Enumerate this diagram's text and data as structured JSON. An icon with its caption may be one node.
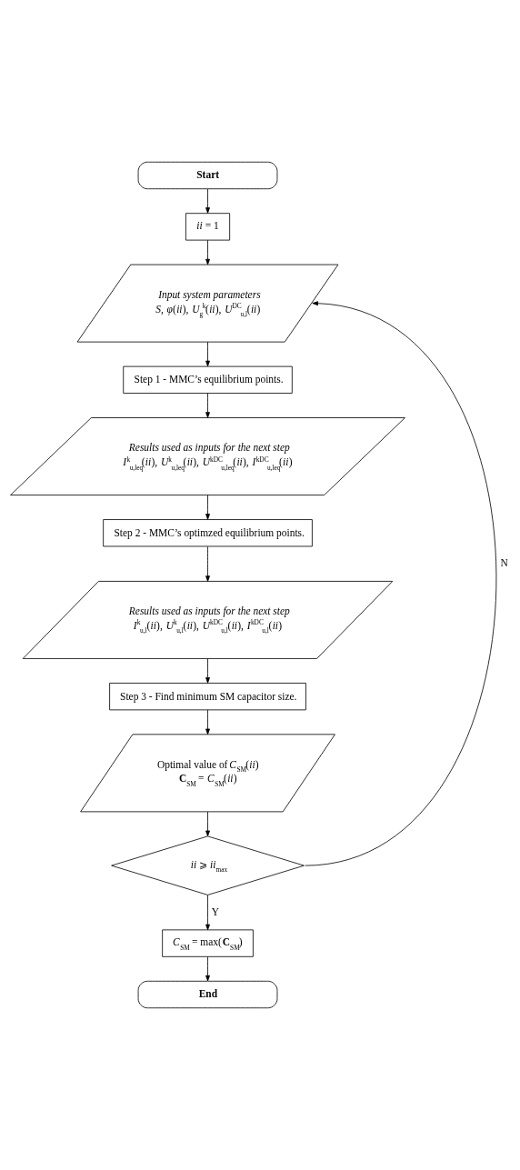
{
  "diagram": {
    "nodes": [
      {
        "text": [
          "Start"
        ]
      },
      {
        "text": [
          "*ii* = 1"
        ]
      },
      {
        "text": [
          "Input system parameters",
          "*S*, *φ*(*ii*), *U*$_{g}$$^{k}$(*ii*), *U*$^{DC}$$_{u,l}$(*ii*)"
        ]
      },
      {
        "text": [
          "Step 1 - MMC’s equilibrium points."
        ]
      },
      {
        "text": [
          "Results used as inputs for the next step",
          "*I*$^{k}$$_{u,leq}$(*ii*), *U*$^{k}$$_{u,leq}$(*ii*), *U*$^{kDC}$$_{u,leq}$(*ii*), *I*$^{kDC}$$_{u,leq}$(*ii*)"
        ]
      },
      {
        "text": [
          "Step 2 - MMC’s optimzed equilibrium points."
        ]
      },
      {
        "text": [
          "Results used as inputs for the next step",
          "*I*$^{k}$$_{u,l}$(*ii*), *U*$^{k}$$_{u,l}$(*ii*), *U*$^{kDC}$$_{u,l}$(*ii*), *I*$^{kDC}$$_{u,l}$(*ii*)"
        ]
      },
      {
        "text": [
          "Step 3 - Find minimum SM capacitor size."
        ]
      },
      {
        "text": [
          "Optimal value of *C*$_{SM}$(*ii*)",
          "**C**$_{SM}$ = *C*$_{SM}$(*ii*)"
        ]
      },
      {
        "text": [
          "*ii* ⩾ *ii*$_{max}$"
        ]
      },
      {
        "text": [
          "*C*$_{SM}$ = max(**C**$_{SM}$)"
        ]
      },
      {
        "text": [
          "End"
        ]
      }
    ],
    "edges": [
      {
        "from": 0,
        "to": 1,
        "arrow": "to"
      },
      {
        "from": 1,
        "to": 2,
        "arrow": "to"
      },
      {
        "from": 2,
        "to": 3,
        "arrow": "to"
      },
      {
        "from": 3,
        "to": 4,
        "arrow": "to"
      },
      {
        "from": 4,
        "to": 5,
        "arrow": "to"
      },
      {
        "from": 5,
        "to": 6,
        "arrow": "to"
      },
      {
        "from": 6,
        "to": 7,
        "arrow": "to"
      },
      {
        "from": 7,
        "to": 8,
        "arrow": "to"
      },
      {
        "from": 8,
        "to": 9,
        "arrow": "to"
      },
      {
        "from": 9,
        "to": 2,
        "arrow": "to",
        "label": "N"
      },
      {
        "from": 9,
        "to": 10,
        "arrow": "to",
        "label": "Y"
      },
      {
        "from": 10,
        "to": 11,
        "arrow": "to"
      }
    ]
  }
}
